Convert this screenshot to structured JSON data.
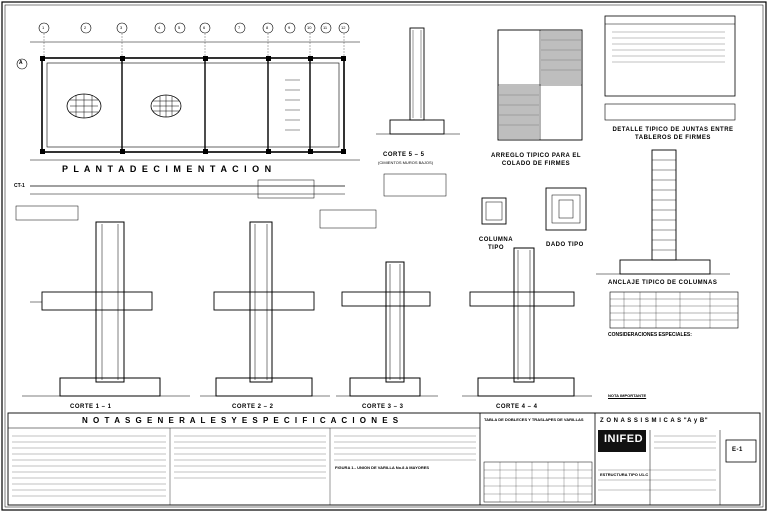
{
  "plan": {
    "title": "P L A N T A   D E C I M E N T A C I O N",
    "axis_letter": "A",
    "grid_numbers": [
      "1",
      "2",
      "3",
      "4",
      "5",
      "6",
      "7",
      "8",
      "9",
      "10",
      "11",
      "12"
    ],
    "ct_label": "CT-1"
  },
  "details": {
    "corte55": "CORTE 5 – 5",
    "corte55_sub": "(CIMIENTOS MUROS BAJOS)",
    "arreglo": "ARREGLO TIPICO PARA EL COLADO DE FIRMES",
    "juntas": "DETALLE TIPICO DE JUNTAS ENTRE TABLEROS DE FIRMES",
    "columna": "COLUMNA TIPO",
    "dado": "DADO TIPO",
    "anclaje": "ANCLAJE TIPICO DE COLUMNAS"
  },
  "sections": {
    "c11": "CORTE 1 – 1",
    "c22": "CORTE 2 – 2",
    "c33": "CORTE 3 – 3",
    "c44": "CORTE 4 – 4"
  },
  "right_notes": {
    "title": "CONSIDERACIONES ESPECIALES:",
    "nota": "NOTA IMPORTANTE"
  },
  "bottom": {
    "notas": "N O T A S   G E N E R A L E S   Y   E S P E C I F I C A C I O N E S",
    "tabla": "TABLA DE DOBLECES Y TRASLAPES DE VARILLAS",
    "figura": "FIGURA 1.- UNION DE VARILLA No.8 A MAYORES",
    "zonas": "Z O N A S   S I S M I C A S   \"A y B\""
  },
  "titleblock": {
    "logo": "INIFED",
    "plan_id": "E-1",
    "estructura": "ESTRUCTURA TIPO U1-C"
  }
}
